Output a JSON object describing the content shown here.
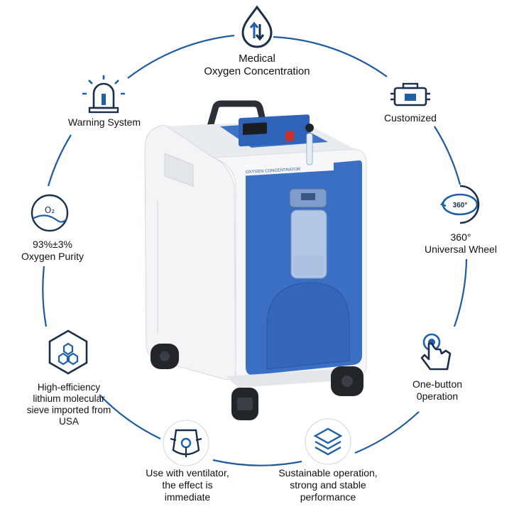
{
  "colors": {
    "ring": "#1e5aa0",
    "icon_blue": "#1f5fa8",
    "icon_dark": "#1c2f4a",
    "device_blue": "#3b6fc4",
    "device_white": "#f1f3f5"
  },
  "features": [
    {
      "id": "medical-oxygen",
      "icon": "water-drop-icon",
      "lines": [
        "Medical",
        "Oxygen Concentration"
      ]
    },
    {
      "id": "customized",
      "icon": "machine-icon",
      "lines": [
        "Customized"
      ]
    },
    {
      "id": "wheel",
      "icon": "rotate-360-icon",
      "lines": [
        "360°",
        "Universal Wheel"
      ]
    },
    {
      "id": "one-button",
      "icon": "hand-tap-icon",
      "lines": [
        "One-button",
        "0peration"
      ]
    },
    {
      "id": "sustainable",
      "icon": "layers-icon",
      "lines": [
        "Sustainable operation,",
        "strong and stable",
        "performance"
      ]
    },
    {
      "id": "ventilator",
      "icon": "mask-icon",
      "lines": [
        "Use with ventilator,",
        "the effect is",
        "immediate"
      ]
    },
    {
      "id": "sieve",
      "icon": "hexagon-cells-icon",
      "lines": [
        "High-efficiency",
        "lithium molecular",
        "sieve imported from",
        "USA"
      ]
    },
    {
      "id": "purity",
      "icon": "o2-icon",
      "lines": [
        "93%±3%",
        "Oxygen Purity"
      ]
    },
    {
      "id": "warning",
      "icon": "alarm-light-icon",
      "lines": [
        "Warning System"
      ]
    }
  ],
  "device": {
    "panel_label": "OXYGEN CONCENTRATOR",
    "o2_symbol": "O₂",
    "wheel_badge": "360°"
  }
}
